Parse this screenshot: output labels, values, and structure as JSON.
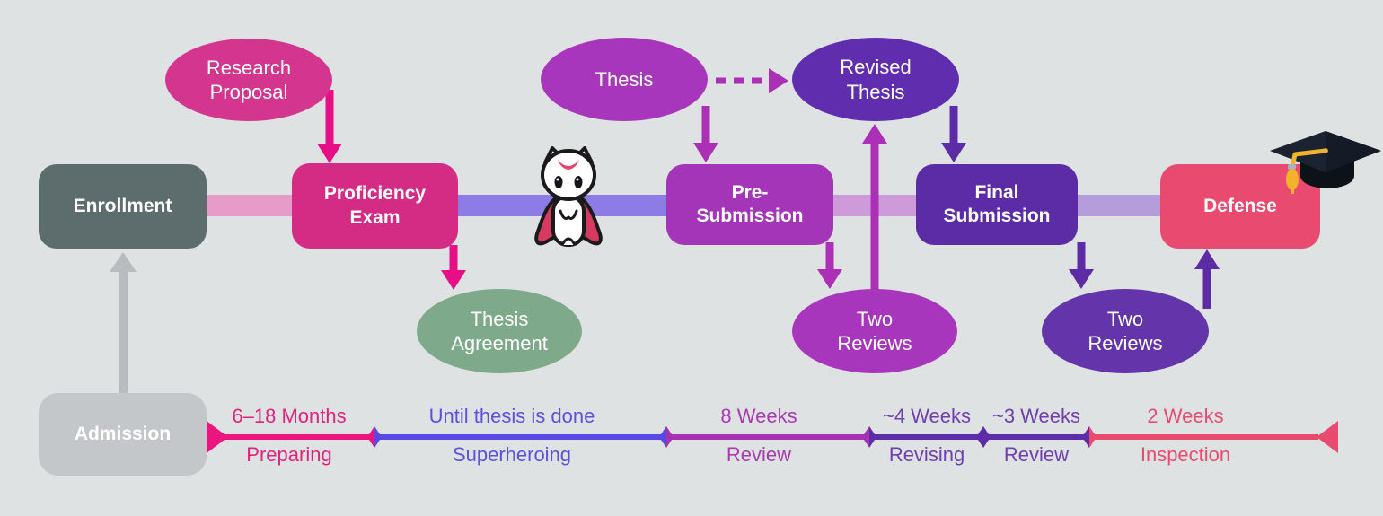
{
  "canvas": {
    "background": "#dfe2e2"
  },
  "stages": [
    {
      "id": "enrollment",
      "label": "Enrollment",
      "color": "#5d6d6d"
    },
    {
      "id": "proficiency-exam",
      "label": "Proficiency\nExam",
      "color": "#d42c85"
    },
    {
      "id": "pre-submission",
      "label": "Pre-\nSubmission",
      "color": "#a434b8"
    },
    {
      "id": "final-submission",
      "label": "Final\nSubmission",
      "color": "#5c2ca6"
    },
    {
      "id": "defense",
      "label": "Defense",
      "color": "#e94a6f"
    }
  ],
  "artifacts": [
    {
      "id": "research-proposal",
      "label": "Research\nProposal",
      "color": "#d4358e"
    },
    {
      "id": "thesis",
      "label": "Thesis",
      "color": "#a836bc"
    },
    {
      "id": "revised-thesis",
      "label": "Revised\nThesis",
      "color": "#5f2dae"
    },
    {
      "id": "thesis-agreement",
      "label": "Thesis\nAgreement",
      "color": "#7ea98b"
    },
    {
      "id": "two-reviews-presubmission",
      "label": "Two\nReviews",
      "color": "#a836bc"
    },
    {
      "id": "two-reviews-final",
      "label": "Two\nReviews",
      "color": "#6334aa"
    }
  ],
  "admission": {
    "label": "Admission",
    "color": "#c3c7c9"
  },
  "connectors": [
    "#e79bc8",
    "#8d7ce6",
    "#cf9ada",
    "#b49dd9"
  ],
  "arrow_colors": {
    "pink": "#e60f86",
    "magenta": "#ab30b5",
    "purple": "#5c2ca6",
    "gray": "#b8bcbe"
  },
  "timeline": {
    "segments": [
      {
        "duration": "6–18 Months",
        "activity": "Preparing",
        "color": "#ec1580",
        "text_color": "#e0237d"
      },
      {
        "duration": "Until thesis is done",
        "activity": "Superheroing",
        "color": "#5a48e4",
        "text_color": "#5d50dc"
      },
      {
        "duration": "8 Weeks",
        "activity": "Review",
        "color": "#a830b4",
        "text_color": "#a83bb0"
      },
      {
        "duration": "~4 Weeks",
        "activity": "Revising",
        "color": "#5d2ca8",
        "text_color": "#6f3fae"
      },
      {
        "duration": "~3 Weeks",
        "activity": "Review",
        "color": "#5d2ca8",
        "text_color": "#6f3fae"
      },
      {
        "duration": "2 Weeks",
        "activity": "Inspection",
        "color": "#e94a6f",
        "text_color": "#e94a6f"
      }
    ]
  },
  "icons": {
    "mascot": "superhero-cat",
    "cap": "graduation-cap"
  }
}
